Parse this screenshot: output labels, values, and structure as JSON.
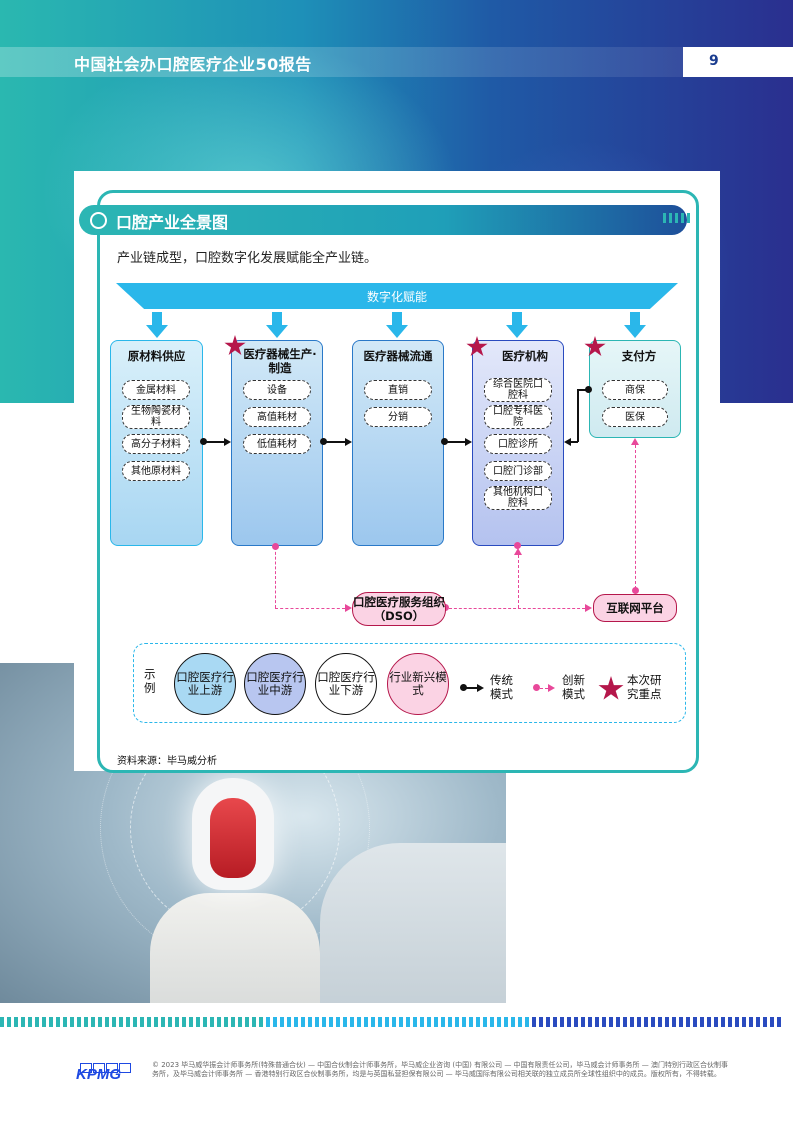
{
  "header": {
    "title": "中国社会办口腔医疗企业50报告",
    "page_number": "9"
  },
  "section": {
    "title": "口腔产业全景图",
    "subtitle": "产业链成型，口腔数字化发展赋能全产业链。"
  },
  "diagram": {
    "banner": "数字化赋能",
    "columns": [
      {
        "title": "原材料供应",
        "starred": false,
        "items": [
          "金属材料",
          "生物陶瓷材料",
          "高分子材料",
          "其他原材料"
        ]
      },
      {
        "title": "医疗器械生产·制造",
        "starred": true,
        "items": [
          "设备",
          "高值耗材",
          "低值耗材"
        ]
      },
      {
        "title": "医疗器械流通",
        "starred": false,
        "items": [
          "直销",
          "分销"
        ]
      },
      {
        "title": "医疗机构",
        "starred": true,
        "items": [
          "综合医院口腔科",
          "口腔专科医院",
          "口腔诊所",
          "口腔门诊部",
          "其他机构口腔科"
        ]
      },
      {
        "title": "支付方",
        "starred": true,
        "items": [
          "商保",
          "医保"
        ]
      }
    ],
    "dso": "口腔医疗服务组织（DSO）",
    "internet": "互联网平台"
  },
  "legend": {
    "label": "示例",
    "upstream": "口腔医疗行业上游",
    "midstream": "口腔医疗行业中游",
    "downstream": "口腔医疗行业下游",
    "new_model": "行业新兴模式",
    "traditional": "传统模式",
    "innovative": "创新模式",
    "focus": "本次研究重点"
  },
  "source": "资料来源：毕马威分析",
  "footer": {
    "logo": "KPMG",
    "copyright": "© 2023 毕马威华振会计师事务所(特殊普通合伙) — 中国合伙制会计师事务所，毕马威企业咨询 (中国) 有限公司 — 中国有限责任公司，毕马威会计师事务所 — 澳门特别行政区合伙制事务所，及毕马威会计师事务所 — 香港特别行政区合伙制事务所，均是与英国私营担保有限公司 — 毕马威国际有限公司相关联的独立成员所全球性组织中的成员。版权所有，不得转载。"
  },
  "colors": {
    "teal": "#2cb6b4",
    "cyan": "#2ab7ea",
    "blue": "#2a4bbf",
    "magenta": "#b5174b",
    "pink": "#e8489a",
    "kpmg_blue": "#1e49e2"
  }
}
